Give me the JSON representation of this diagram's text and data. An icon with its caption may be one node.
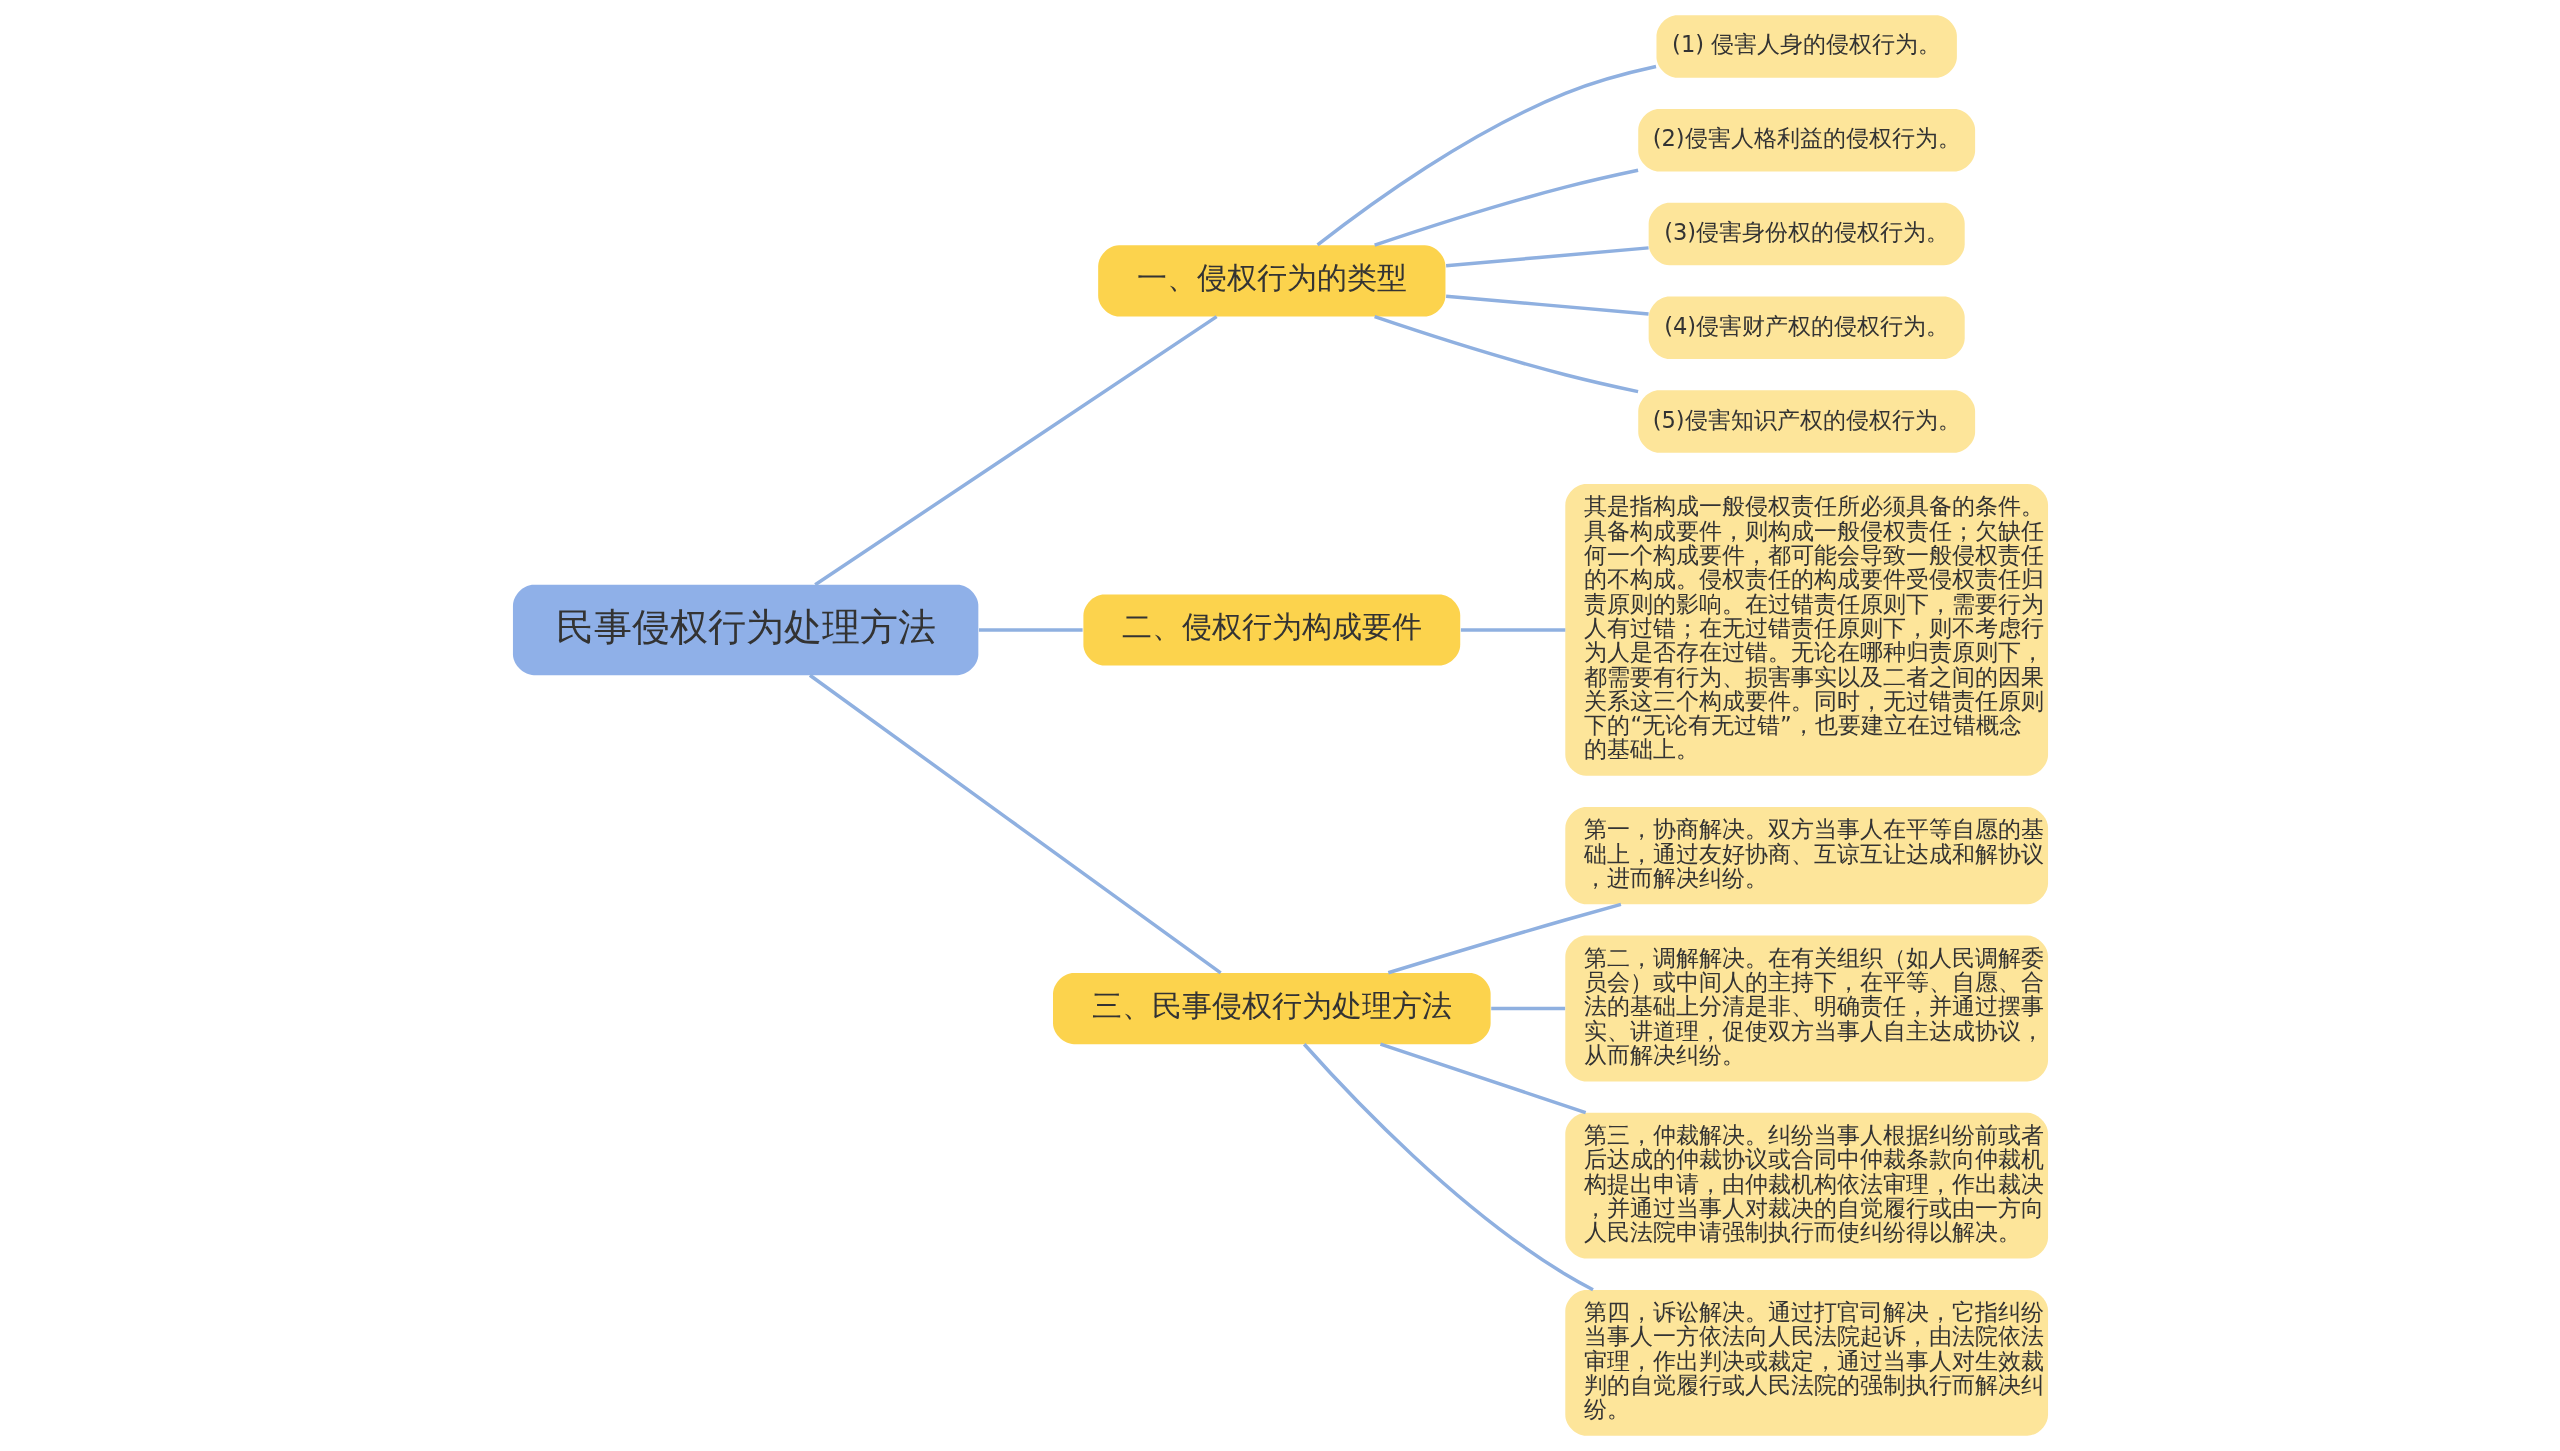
{
  "diagram": {
    "nodes": [
      {
        "text": [
          "民事侵权行为处理方法"
        ]
      },
      {
        "text": [
          "一、侵权行为的类型"
        ]
      },
      {
        "text": [
          "(1) 侵害人身的侵权行为。"
        ]
      },
      {
        "text": [
          "(2)侵害人格利益的侵权行为。"
        ]
      },
      {
        "text": [
          "(3)侵害身份权的侵权行为。"
        ]
      },
      {
        "text": [
          "(4)侵害财产权的侵权行为。"
        ]
      },
      {
        "text": [
          "(5)侵害知识产权的侵权行为。"
        ]
      },
      {
        "text": [
          "二、侵权行为构成要件"
        ]
      },
      {
        "text": [
          "其是指构成一般侵权责任所必须具备的条件。具备构成要件，则构成一般侵权责任；欠缺任何一个构成要件，都可能会导致一般侵权责任的不构成。侵权责任的构成要件受侵权责任归责原则的影响。在过错责任原则下，需要行为人有过错；在无过错责任原则下，则不考虑行为人是否存在过错。无论在哪种归责原则下，都需要有行为、损害事实以及二者之间的因果关系这三个构成要件。同时，无过错责任原则下的“无论有无过错”，也要建立在过错概念的基础上。"
        ]
      },
      {
        "text": [
          "三、民事侵权行为处理方法"
        ]
      },
      {
        "text": [
          "第一，协商解决。双方当事人在平等自愿的基础上，通过友好协商、互谅互让达成和解协议，进而解决纠纷。"
        ]
      },
      {
        "text": [
          "第二，调解解决。在有关组织（如人民调解委员会）或中间人的主持下，在平等、自愿、合法的基础上分清是非、明确责任，并通过摆事实、讲道理，促使双方当事人自主达成协议，从而解决纠纷。"
        ]
      },
      {
        "text": [
          "第三，仲裁解决。纠纷当事人根据纠纷前或者后达成的仲裁协议或合同中仲裁条款向仲裁机构提出申请，由仲裁机构依法审理，作出裁决，并通过当事人对裁决的自觉履行或由一方向人民法院申请强制执行而使纠纷得以解决。"
        ]
      },
      {
        "text": [
          "第四，诉讼解决。通过打官司解决，它指纠纷当事人一方依法向人民法院起诉，由法院依法审理，作出判决或裁定，通过当事人对生效裁判的自觉履行或人民法院的强制执行而解决纠纷。"
        ]
      }
    ],
    "edges": [
      {
        "from": 0,
        "to": 1,
        "arrow": "none"
      },
      {
        "from": 1,
        "to": 2,
        "arrow": "none"
      },
      {
        "from": 1,
        "to": 3,
        "arrow": "none"
      },
      {
        "from": 1,
        "to": 4,
        "arrow": "none"
      },
      {
        "from": 1,
        "to": 5,
        "arrow": "none"
      },
      {
        "from": 1,
        "to": 6,
        "arrow": "none"
      },
      {
        "from": 0,
        "to": 7,
        "arrow": "none"
      },
      {
        "from": 7,
        "to": 8,
        "arrow": "none"
      },
      {
        "from": 0,
        "to": 9,
        "arrow": "none"
      },
      {
        "from": 9,
        "to": 10,
        "arrow": "none"
      },
      {
        "from": 9,
        "to": 11,
        "arrow": "none"
      },
      {
        "from": 9,
        "to": 12,
        "arrow": "none"
      },
      {
        "from": 9,
        "to": 13,
        "arrow": "none"
      }
    ]
  }
}
